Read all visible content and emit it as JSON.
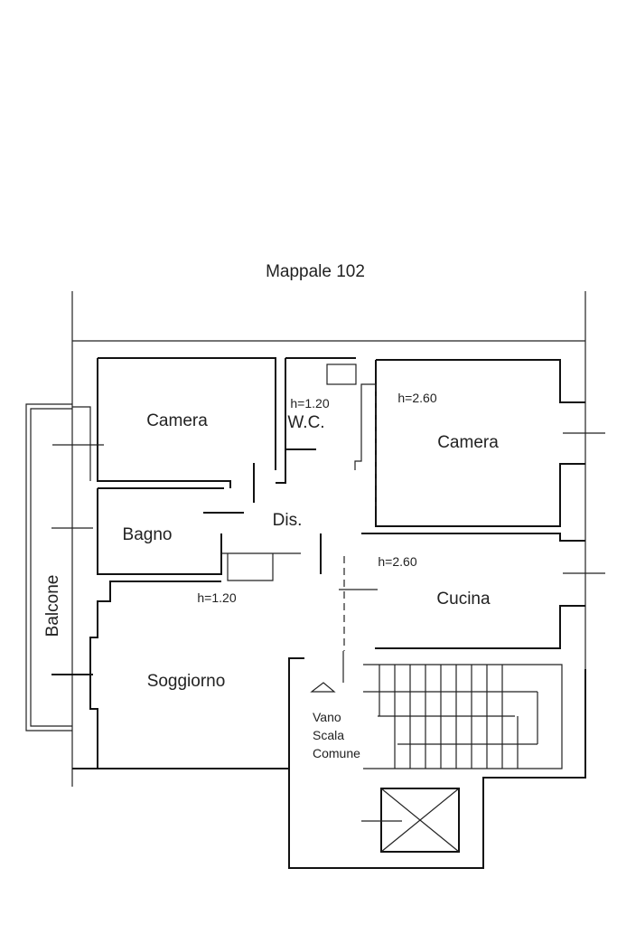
{
  "plan": {
    "title": "Mappale 102",
    "rooms": {
      "camera_left": "Camera",
      "bagno": "Bagno",
      "dis": "Dis.",
      "soggiorno": "Soggiorno",
      "wc": "W.C.",
      "camera_right": "Camera",
      "cucina": "Cucina",
      "balcone": "Balcone",
      "vano_line1": "Vano",
      "vano_line2": "Scala",
      "vano_line3": "Comune"
    },
    "heights": {
      "wc": "h=1.20",
      "camera_right": "h=2.60",
      "cucina": "h=2.60",
      "bagno_cupboard": "h=1.20"
    }
  }
}
